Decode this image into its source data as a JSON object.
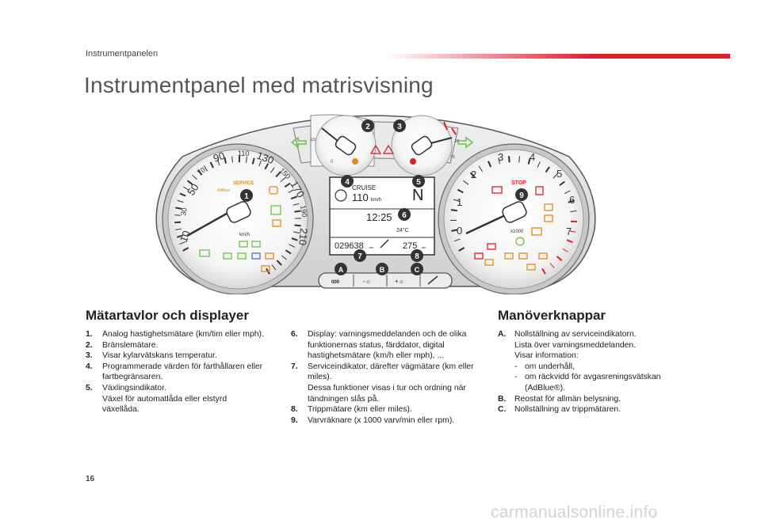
{
  "header": {
    "section": "Instrumentpanelen",
    "accent": "#e11c2d"
  },
  "title": "Instrumentpanel med matrisvisning",
  "cluster": {
    "speedometer": {
      "ticks": [
        "10",
        "30",
        "50",
        "70",
        "90",
        "110",
        "130",
        "150",
        "170",
        "190",
        "210"
      ],
      "unit": "km/h",
      "service": "SERVICE",
      "adblue": "AdBlue",
      "callout": "1"
    },
    "fuel_gauge": {
      "half": "1/2",
      "empty": "0",
      "callout": "2"
    },
    "temp_gauge": {
      "mid": "90",
      "low": "70",
      "callout": "3"
    },
    "display": {
      "cruise_label": "CRUISE",
      "cruise_speed": "110",
      "cruise_unit": "km/h",
      "gear": "N",
      "clock": "12:25",
      "temperature": "24°C",
      "odometer": "029638",
      "odometer_unit": "km",
      "trip": "275",
      "trip_unit": "km",
      "callouts": [
        "4",
        "5",
        "6",
        "7",
        "8"
      ]
    },
    "tachometer": {
      "ticks": [
        "0",
        "1",
        "2",
        "3",
        "4",
        "5",
        "6",
        "7"
      ],
      "multiplier": "x1000",
      "stop": "STOP",
      "callout": "9"
    },
    "buttons": {
      "a": "A",
      "b": "B",
      "c": "C",
      "a_label": "000",
      "b_label": "-☼",
      "c_label": "+☼"
    }
  },
  "sections": {
    "displays_heading": "Mätartavlor och displayer",
    "controls_heading": "Manöverknappar"
  },
  "list_left": [
    {
      "key": "1.",
      "text": "Analog hastighetsmätare (km/tim eller mph)."
    },
    {
      "key": "2.",
      "text": "Bränslemätare."
    },
    {
      "key": "3.",
      "text": "Visar kylarvätskans temperatur."
    },
    {
      "key": "4.",
      "text": "Programmerade värden för farthållaren eller fartbegränsaren."
    },
    {
      "key": "5.",
      "text": "Växlingsindikator.\nVäxel för automatlåda eller elstyrd växellåda."
    }
  ],
  "list_middle": [
    {
      "key": "6.",
      "text": "Display: varningsmeddelanden och de olika funktionernas status, färddator, digital hastighetsmätare (km/h eller mph), ..."
    },
    {
      "key": "7.",
      "text": "Serviceindikator, därefter vägmätare (km eller miles).\nDessa funktioner visas i tur och ordning när tändningen slås på."
    },
    {
      "key": "8.",
      "text": "Trippmätare (km eller miles)."
    },
    {
      "key": "9.",
      "text": "Varvräknare (x 1000 varv/min eller rpm)."
    }
  ],
  "list_right": {
    "a_key": "A.",
    "a_text": "Nollställning av serviceindikatorn.\nLista över varningsmeddelanden.\nVisar information:",
    "bullets": [
      "om underhåll,",
      "om räckvidd för avgasreningsvätskan (AdBlue®)."
    ],
    "b_key": "B.",
    "b_text": "Reostat för allmän belysning.",
    "c_key": "C.",
    "c_text": "Nollställning av trippmätaren."
  },
  "footer": {
    "page_number": "16",
    "watermark": "carmanualsonline.info"
  }
}
